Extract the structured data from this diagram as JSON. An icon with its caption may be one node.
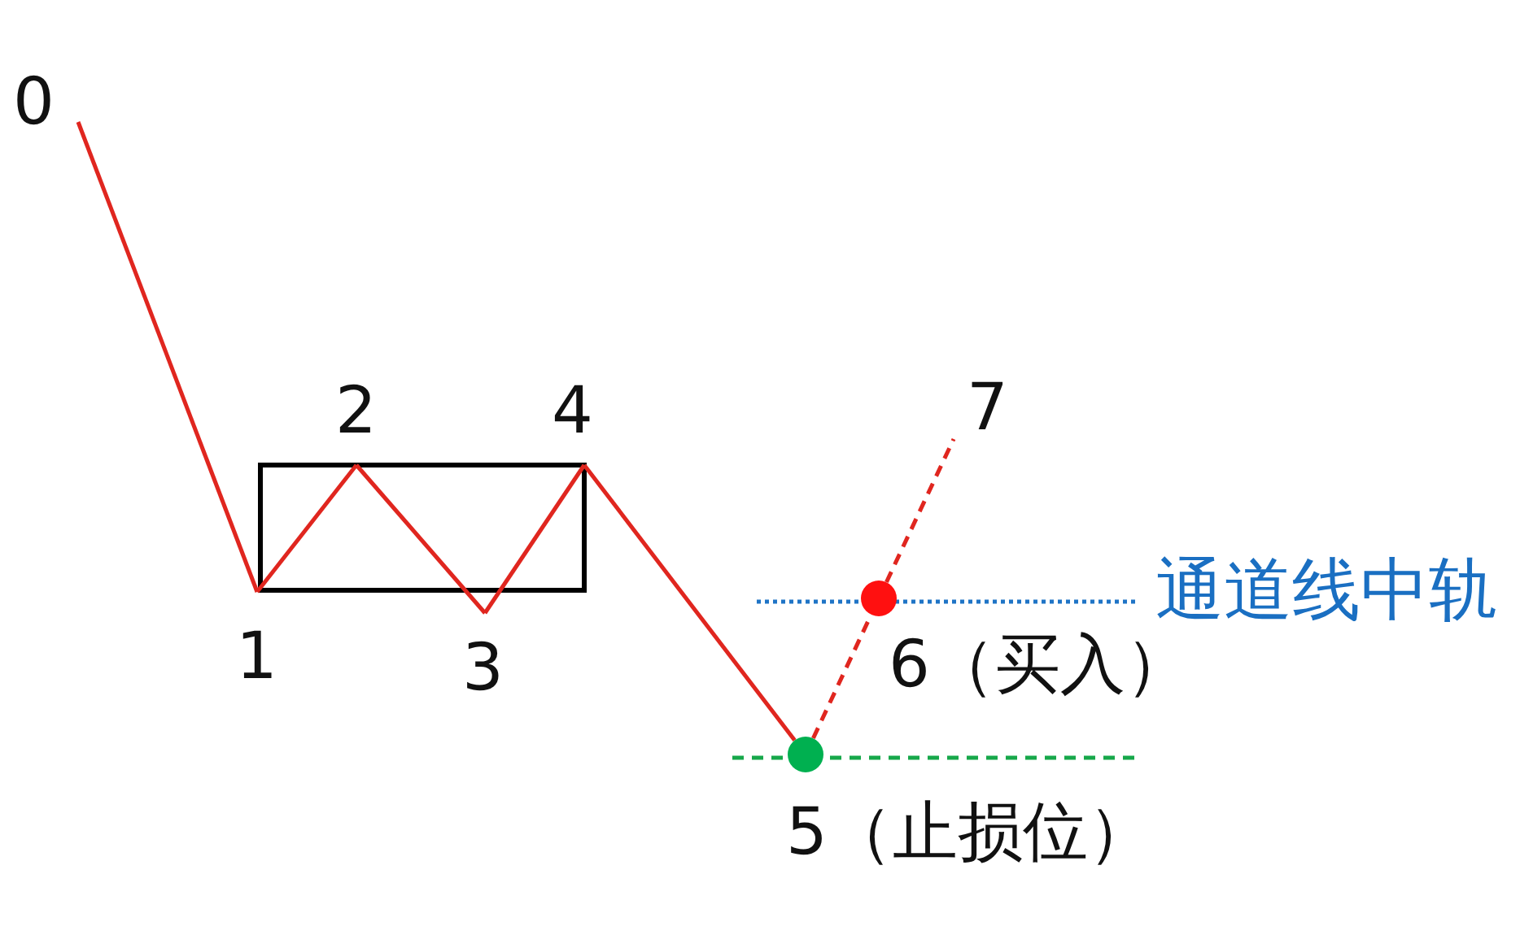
{
  "diagram": {
    "nodes": [
      {
        "text": [
          "0"
        ]
      },
      {
        "text": [
          "1"
        ]
      },
      {
        "text": [
          "2"
        ]
      },
      {
        "text": [
          "3"
        ]
      },
      {
        "text": [
          "4"
        ]
      },
      {
        "text": [
          "5（止损位）"
        ]
      },
      {
        "text": [
          "6（买入）"
        ]
      },
      {
        "text": [
          "7"
        ]
      }
    ],
    "edges": [
      {
        "from": 0,
        "to": 1,
        "arrow": "none"
      },
      {
        "from": 1,
        "to": 2,
        "arrow": "none"
      },
      {
        "from": 2,
        "to": 3,
        "arrow": "none"
      },
      {
        "from": 3,
        "to": 4,
        "arrow": "none"
      },
      {
        "from": 4,
        "to": 5,
        "arrow": "none"
      },
      {
        "from": 5,
        "to": 6,
        "arrow": "none",
        "style": "dashed"
      },
      {
        "from": 6,
        "to": 7,
        "arrow": "none",
        "style": "dashed"
      }
    ],
    "labels": [
      "通道线中轨"
    ]
  }
}
